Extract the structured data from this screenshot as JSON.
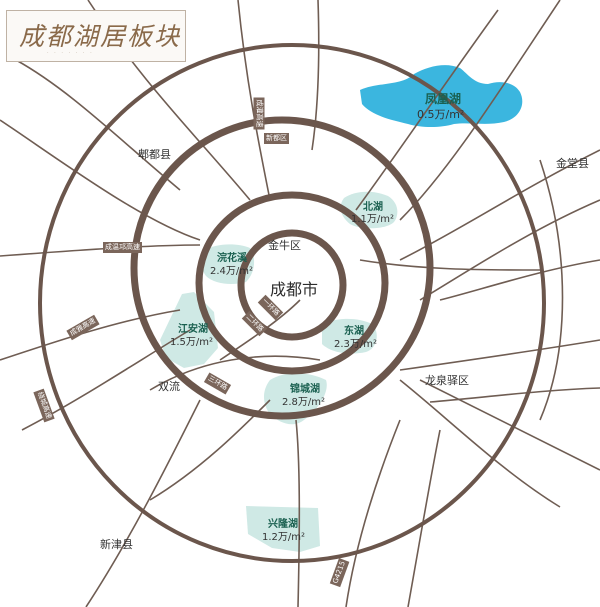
{
  "title": "成都湖居板块",
  "subtitle": "· · · · · · ·",
  "city_label": "成都市",
  "districts": {
    "pixian": "郫都县",
    "jintang": "金堂县",
    "jinniu": "金牛区",
    "shuangliu": "双流",
    "longquanyi": "龙泉驿区",
    "xinjin": "新津县"
  },
  "roads": {
    "r1": "新都区",
    "r2": "成灌高速",
    "r3": "成温邛高速",
    "r4": "成雅高速",
    "r5": "一环路",
    "r6": "二环路",
    "r7": "三环路",
    "r8": "G4215",
    "r9": "绕城高速",
    "r10": "郫温"
  },
  "lakes": [
    {
      "id": "fenghuang",
      "name": "凤凰湖",
      "area": "0.5万/m²",
      "color": "#3bb6df"
    },
    {
      "id": "beihu",
      "name": "北湖",
      "area": "1.1万/m²",
      "color": "#cfe9e5"
    },
    {
      "id": "huanhuaxi",
      "name": "浣花溪",
      "area": "2.4万/m²",
      "color": "#cfe9e5"
    },
    {
      "id": "donghu",
      "name": "东湖",
      "area": "2.3万/m²",
      "color": "#cfe9e5"
    },
    {
      "id": "jiangan",
      "name": "江安湖",
      "area": "1.5万/m²",
      "color": "#cfe9e5"
    },
    {
      "id": "jincheng",
      "name": "锦城湖",
      "area": "2.8万/m²",
      "color": "#cfe9e5"
    },
    {
      "id": "xinglong",
      "name": "兴隆湖",
      "area": "1.2万/m²",
      "color": "#cfe9e5"
    }
  ],
  "colors": {
    "ring": "#6b564c",
    "road": "#6f5d53"
  }
}
